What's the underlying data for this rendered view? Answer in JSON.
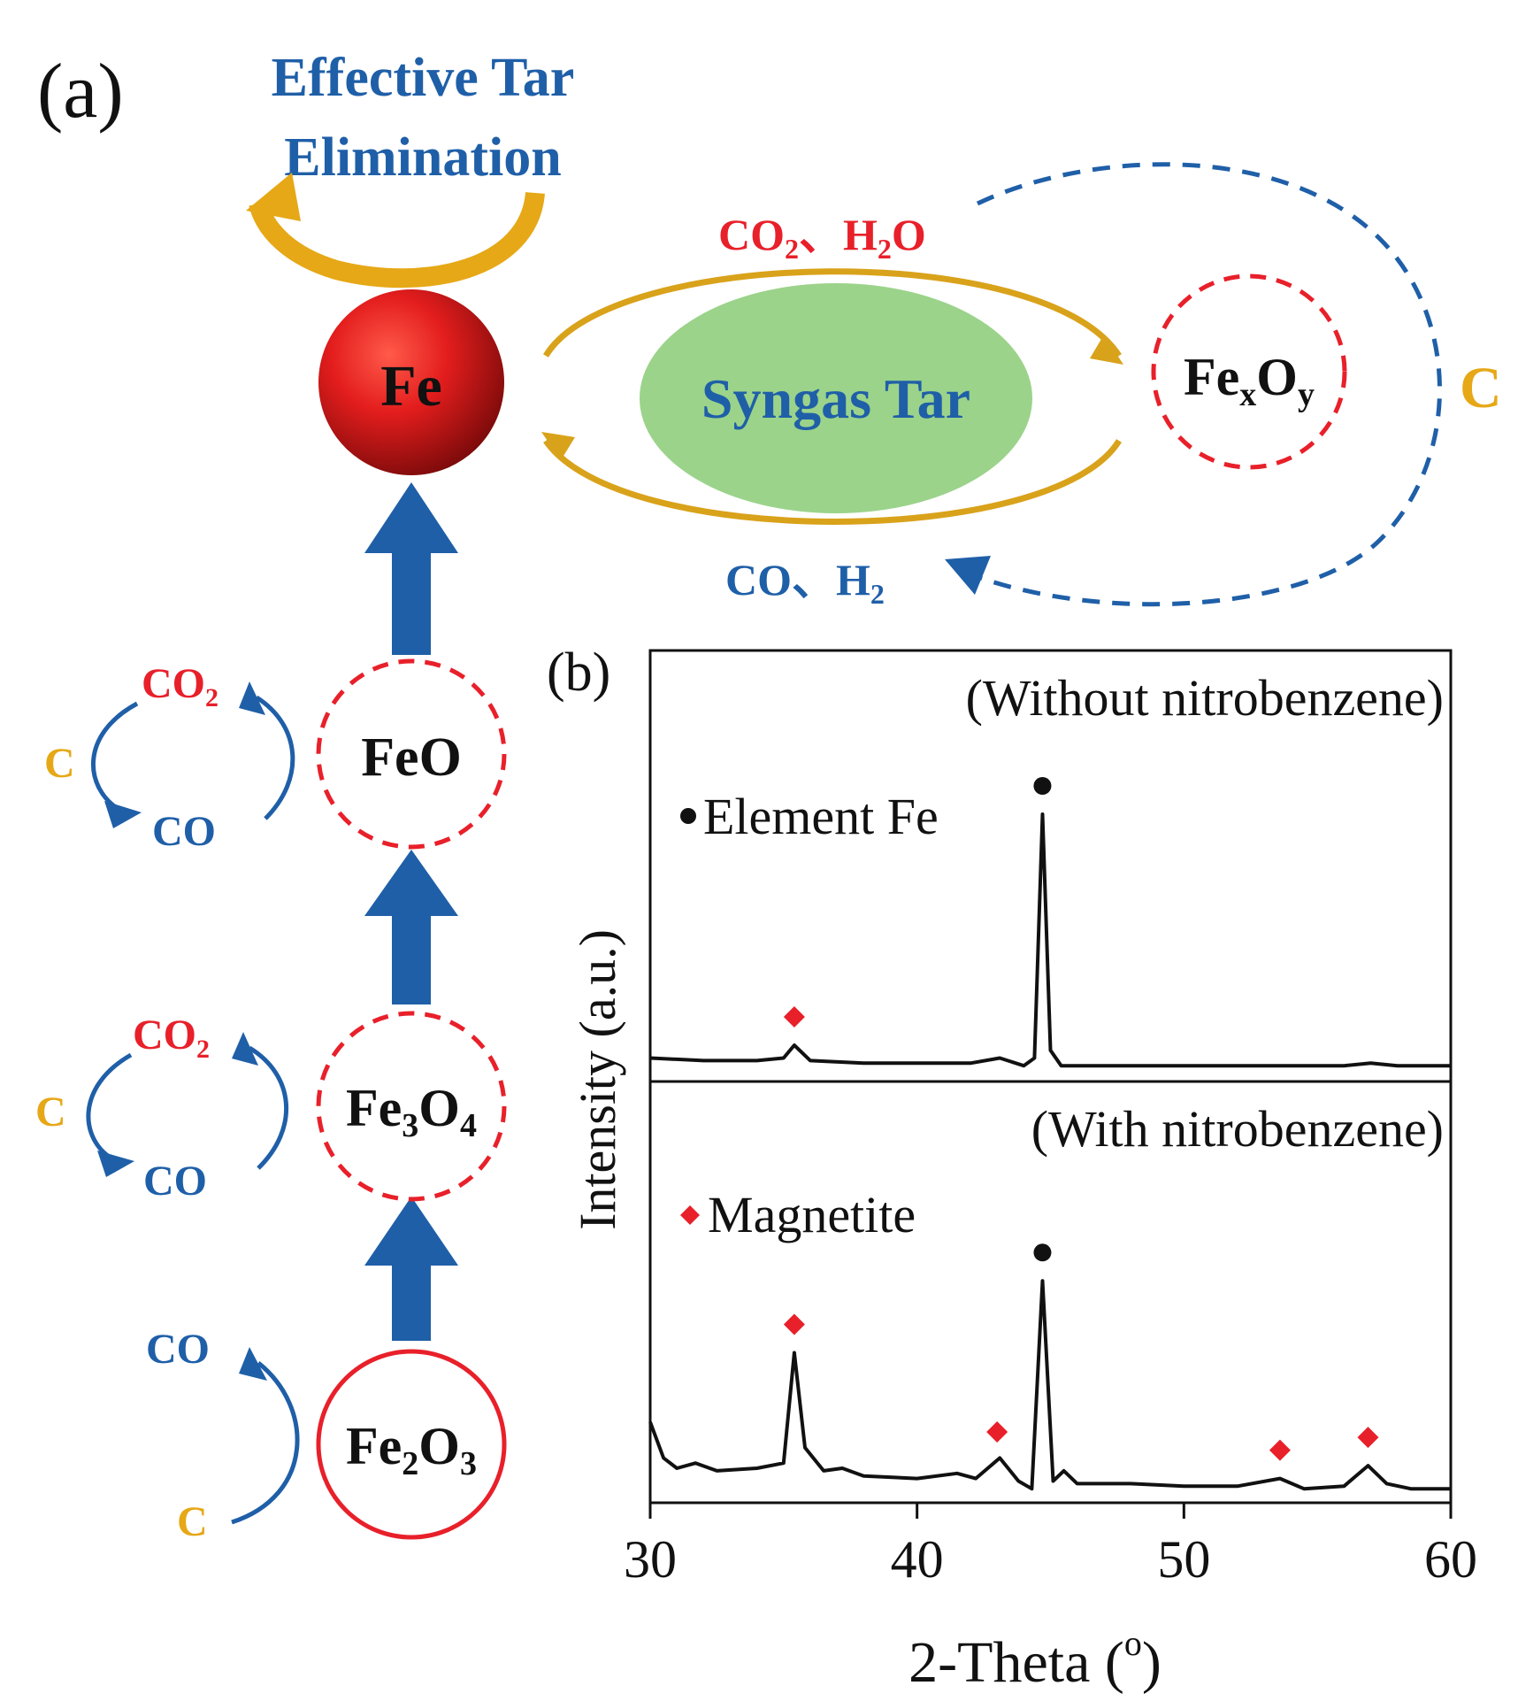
{
  "colors": {
    "red": "#e8202a",
    "blue": "#1f5fa8",
    "gold": "#e6a817",
    "arrow_gold": "#d9a21b",
    "green": "#9bd38a",
    "black": "#111111"
  },
  "panel_a": {
    "label": "(a)",
    "title_line1": "Effective Tar",
    "title_line2": "Elimination",
    "fe_label": "Fe",
    "feo_label": "FeO",
    "fe3o4": {
      "main": "Fe",
      "sub1": "3",
      "mid": "O",
      "sub2": "4"
    },
    "fe2o3": {
      "main": "Fe",
      "sub1": "2",
      "mid": "O",
      "sub2": "3"
    },
    "fexoy": {
      "main": "Fe",
      "sub1": "x",
      "mid": "O",
      "sub2": "y"
    },
    "syngas_label": "Syngas Tar",
    "co2_h2o": {
      "co": "CO",
      "co_sub": "2",
      "sep": "、",
      "h": "H",
      "h_sub": "2",
      "o": "O"
    },
    "co_h2": {
      "co": "CO",
      "sep": "、",
      "h": "H",
      "h_sub": "2"
    },
    "c_right": "C",
    "cycle1": {
      "top": "CO",
      "top_sub": "2",
      "c": "C",
      "bottom": "CO"
    },
    "cycle2": {
      "top": "CO",
      "top_sub": "2",
      "c": "C",
      "bottom": "CO"
    },
    "cycle3": {
      "top": "CO",
      "c": "C"
    }
  },
  "panel_b": {
    "label": "(b)",
    "top_title": "(Without nitrobenzene)",
    "bottom_title": "(With nitrobenzene)",
    "legend_fe": "Element Fe",
    "legend_magnetite": "Magnetite",
    "ylabel": "Intensity (a.u.)",
    "xlabel_text": "2-Theta (",
    "xlabel_sup": "o",
    "xlabel_end": ")"
  },
  "chart_data": {
    "type": "line",
    "xlabel": "2-Theta (o)",
    "ylabel": "Intensity (a.u.)",
    "xlim": [
      30,
      60
    ],
    "xticks": [
      30,
      40,
      50,
      60
    ],
    "grid": false,
    "series": [
      {
        "name": "(Without nitrobenzene)",
        "x": [
          30,
          32,
          34,
          35,
          35.4,
          36,
          38,
          40,
          42,
          43.1,
          44,
          44.4,
          44.7,
          45.0,
          45.4,
          46,
          48,
          50,
          52,
          54,
          56,
          57,
          58,
          60
        ],
        "y": [
          0.05,
          0.04,
          0.04,
          0.05,
          0.1,
          0.04,
          0.03,
          0.03,
          0.03,
          0.05,
          0.02,
          0.05,
          1.0,
          0.08,
          0.02,
          0.02,
          0.02,
          0.02,
          0.02,
          0.02,
          0.02,
          0.03,
          0.02,
          0.02
        ]
      },
      {
        "name": "(With nitrobenzene)",
        "x": [
          30,
          30.5,
          31,
          31.7,
          32.5,
          34,
          35,
          35.4,
          35.8,
          36.5,
          37.2,
          38,
          40,
          41.5,
          42.2,
          43.1,
          43.8,
          44.3,
          44.7,
          45.1,
          45.5,
          46,
          48,
          50,
          52,
          53.6,
          54.5,
          56,
          56.9,
          57.6,
          58.5,
          60
        ],
        "y": [
          0.28,
          0.14,
          0.1,
          0.12,
          0.09,
          0.1,
          0.12,
          0.55,
          0.18,
          0.09,
          0.1,
          0.07,
          0.06,
          0.08,
          0.06,
          0.14,
          0.05,
          0.02,
          0.83,
          0.05,
          0.09,
          0.04,
          0.04,
          0.03,
          0.03,
          0.06,
          0.02,
          0.03,
          0.11,
          0.04,
          0.02,
          0.02
        ]
      }
    ],
    "markers": [
      {
        "series": "(Without nitrobenzene)",
        "type": "magnetite",
        "x": 35.4
      },
      {
        "series": "(Without nitrobenzene)",
        "type": "element-fe",
        "x": 44.7
      },
      {
        "series": "(With nitrobenzene)",
        "type": "magnetite",
        "x": 35.4
      },
      {
        "series": "(With nitrobenzene)",
        "type": "magnetite",
        "x": 43.0
      },
      {
        "series": "(With nitrobenzene)",
        "type": "element-fe",
        "x": 44.7
      },
      {
        "series": "(With nitrobenzene)",
        "type": "magnetite",
        "x": 53.6
      },
      {
        "series": "(With nitrobenzene)",
        "type": "magnetite",
        "x": 56.9
      }
    ]
  }
}
